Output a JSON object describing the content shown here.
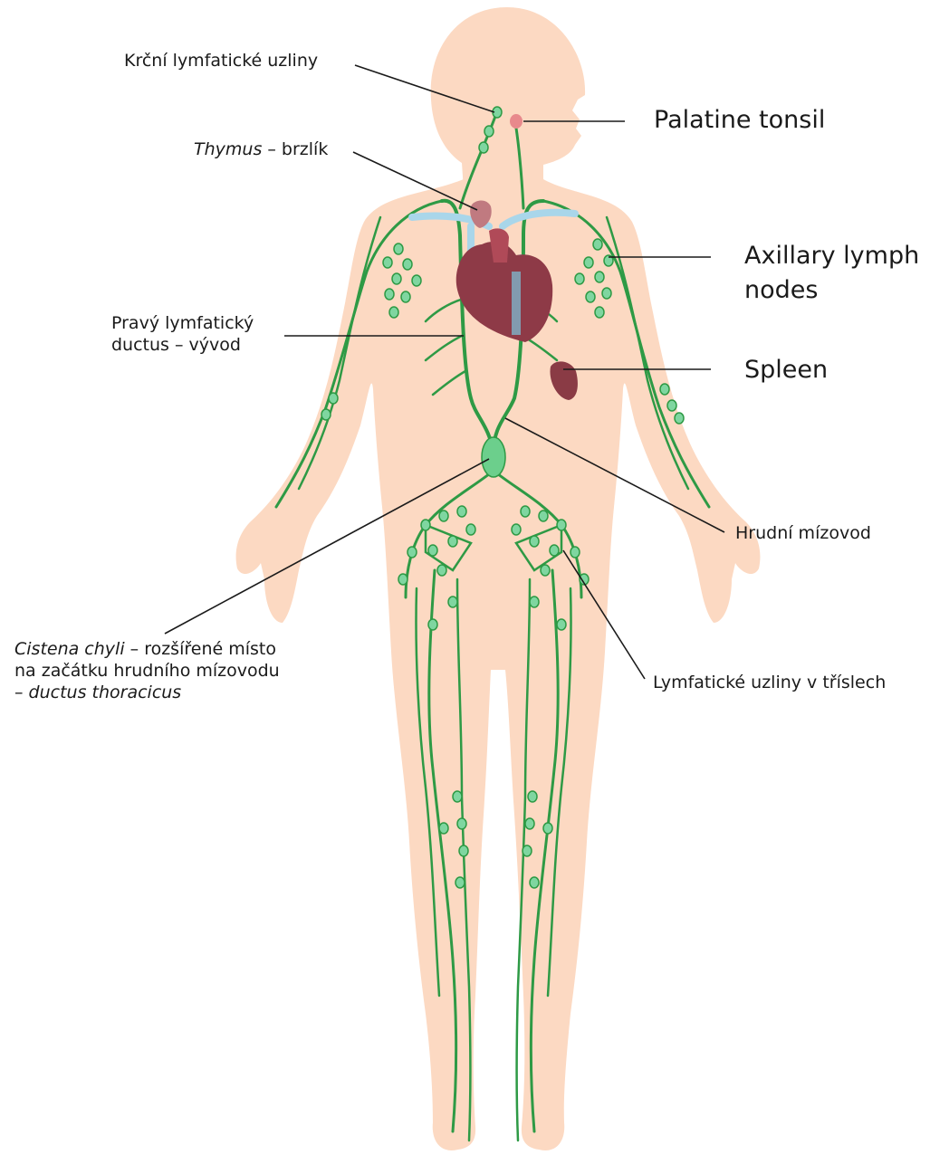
{
  "labels": {
    "cervical": "Krční lymfatické uzliny",
    "palatine": "Palatine tonsil",
    "thymus_italic": "Thymus",
    "thymus_rest": " – brzlík",
    "axillary_1": "Axillary lymph",
    "axillary_2": "nodes",
    "right_duct_1": "Pravý lymfatický",
    "right_duct_2": "ductus – vývod",
    "spleen": "Spleen",
    "thoracic_duct": "Hrudní mízovod",
    "cisterna_italic": "Cistena chyli",
    "cisterna_rest": " – rozšířené místo",
    "cisterna_2": "na začátku hrudního mízovodu",
    "cisterna_3_dash": "– ",
    "cisterna_3_italic": "ductus thoracicus",
    "inguinal": "Lymfatické uzliny v tříslech"
  },
  "colors": {
    "skin": "#fcd9c2",
    "lymph": "#2e9a45",
    "node": "#7fd6a0",
    "heart": "#8e3a47",
    "vessel_blue": "#a9d6ea",
    "spleen": "#8a3b45",
    "thymus": "#c07a80",
    "tonsil": "#e8898c",
    "leader": "#1a1a1a"
  },
  "icons": [
    "heart-icon",
    "spleen-icon",
    "thymus-icon",
    "tonsil-icon"
  ]
}
